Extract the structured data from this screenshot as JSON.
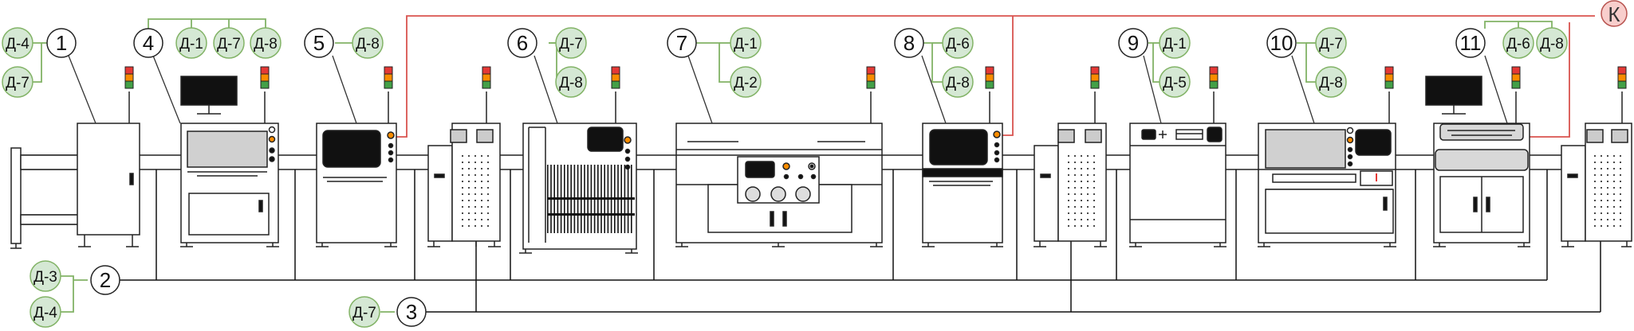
{
  "colors": {
    "green_fill": "#d5e8d4",
    "green_stroke": "#82b366",
    "red_fill": "#f8cecc",
    "red_stroke": "#b85450",
    "red_line": "#d9534f",
    "beacon": [
      "#e53935",
      "#fb8c00",
      "#43a047"
    ]
  },
  "callouts": {
    "n1": "1",
    "n2": "2",
    "n3": "3",
    "n4": "4",
    "n5": "5",
    "n6": "6",
    "n7": "7",
    "n8": "8",
    "n9": "9",
    "n10": "10",
    "n11": "11",
    "k": "К"
  },
  "tags": {
    "m1": [
      "Д-4",
      "Д-7"
    ],
    "m2": [
      "Д-3",
      "Д-4"
    ],
    "m3": [
      "Д-7"
    ],
    "m4": [
      "Д-1",
      "Д-7",
      "Д-8"
    ],
    "m5": [
      "Д-8"
    ],
    "m6": [
      "Д-7",
      "Д-8"
    ],
    "m7": [
      "Д-1",
      "Д-2"
    ],
    "m8": [
      "Д-6",
      "Д-8"
    ],
    "m9": [
      "Д-1",
      "Д-5"
    ],
    "m10": [
      "Д-7",
      "Д-8"
    ],
    "m11": [
      "Д-6",
      "Д-8"
    ]
  }
}
